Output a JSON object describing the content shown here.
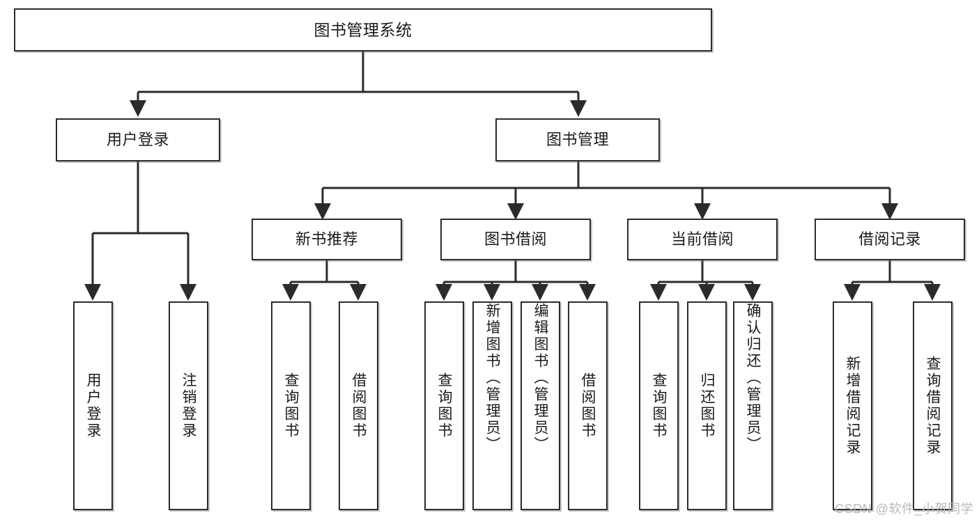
{
  "diagram": {
    "title": "图书管理系统",
    "type": "tree-hierarchy-chart",
    "watermark": "CSDN @软件_小贺同学",
    "colors": {
      "background": "#ffffff",
      "box_border": "#2b2b2b",
      "box_fill": "#ffffff",
      "connector": "#2b2b2b",
      "text": "#1a1a1a",
      "watermark": "#b9b9b9"
    },
    "root": {
      "id": "root",
      "label": "图书管理系统"
    },
    "level1": [
      {
        "id": "user-login",
        "label": "用户登录"
      },
      {
        "id": "book-manage",
        "label": "图书管理"
      }
    ],
    "level2": [
      {
        "id": "new-book-recommend",
        "label": "新书推荐",
        "parent": "book-manage"
      },
      {
        "id": "book-borrow",
        "label": "图书借阅",
        "parent": "book-manage"
      },
      {
        "id": "current-borrow",
        "label": "当前借阅",
        "parent": "book-manage"
      },
      {
        "id": "borrow-record",
        "label": "借阅记录",
        "parent": "book-manage"
      }
    ],
    "leaves": [
      {
        "id": "leaf-user-login",
        "label": "用户登录",
        "parent": "user-login"
      },
      {
        "id": "leaf-user-logout",
        "label": "注销登录",
        "parent": "user-login"
      },
      {
        "id": "leaf-query-book-1",
        "label": "查询图书",
        "parent": "new-book-recommend"
      },
      {
        "id": "leaf-borrow-book-1",
        "label": "借阅图书",
        "parent": "new-book-recommend"
      },
      {
        "id": "leaf-query-book-2",
        "label": "查询图书",
        "parent": "book-borrow"
      },
      {
        "id": "leaf-add-book",
        "label": "新增图书（管理员）",
        "parent": "book-borrow"
      },
      {
        "id": "leaf-edit-book",
        "label": "编辑图书（管理员）",
        "parent": "book-borrow"
      },
      {
        "id": "leaf-borrow-book-2",
        "label": "借阅图书",
        "parent": "book-borrow"
      },
      {
        "id": "leaf-query-book-3",
        "label": "查询图书",
        "parent": "current-borrow"
      },
      {
        "id": "leaf-return-book",
        "label": "归还图书",
        "parent": "current-borrow"
      },
      {
        "id": "leaf-confirm-return",
        "label": "确认归还（管理员）",
        "parent": "current-borrow"
      },
      {
        "id": "leaf-add-record",
        "label": "新增借阅记录",
        "parent": "borrow-record"
      },
      {
        "id": "leaf-query-record",
        "label": "查询借阅记录",
        "parent": "borrow-record"
      }
    ]
  }
}
